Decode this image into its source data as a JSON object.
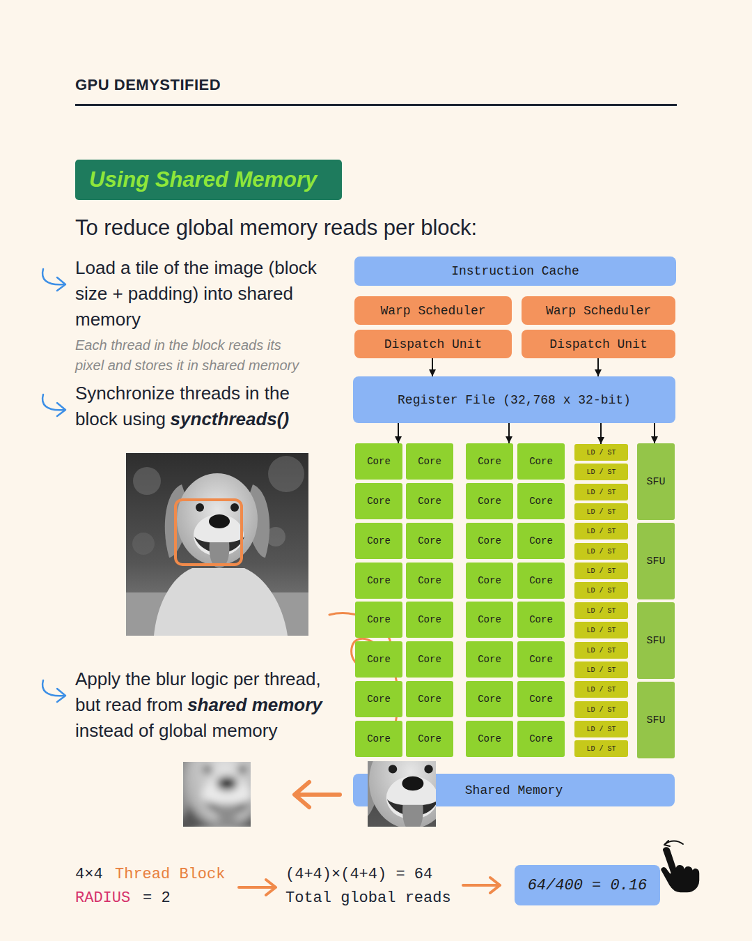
{
  "diagram": {
    "title": "Using Shared Memory",
    "nodes": [
      {
        "text": [
          "Instruction Cache"
        ]
      },
      {
        "text": [
          "Warp Scheduler"
        ]
      },
      {
        "text": [
          "Warp Scheduler"
        ]
      },
      {
        "text": [
          "Dispatch Unit"
        ]
      },
      {
        "text": [
          "Dispatch Unit"
        ]
      },
      {
        "text": [
          "Register File (32,768 x 32-bit)"
        ]
      },
      {
        "text": [
          "Core"
        ]
      },
      {
        "text": [
          "Core"
        ]
      },
      {
        "text": [
          "Core"
        ]
      },
      {
        "text": [
          "Core"
        ]
      },
      {
        "text": [
          "Core"
        ]
      },
      {
        "text": [
          "Core"
        ]
      },
      {
        "text": [
          "Core"
        ]
      },
      {
        "text": [
          "Core"
        ]
      },
      {
        "text": [
          "Core"
        ]
      },
      {
        "text": [
          "Core"
        ]
      },
      {
        "text": [
          "Core"
        ]
      },
      {
        "text": [
          "Core"
        ]
      },
      {
        "text": [
          "Core"
        ]
      },
      {
        "text": [
          "Core"
        ]
      },
      {
        "text": [
          "Core"
        ]
      },
      {
        "text": [
          "Core"
        ]
      },
      {
        "text": [
          "Core"
        ]
      },
      {
        "text": [
          "Core"
        ]
      },
      {
        "text": [
          "Core"
        ]
      },
      {
        "text": [
          "Core"
        ]
      },
      {
        "text": [
          "Core"
        ]
      },
      {
        "text": [
          "Core"
        ]
      },
      {
        "text": [
          "Core"
        ]
      },
      {
        "text": [
          "Core"
        ]
      },
      {
        "text": [
          "Core"
        ]
      },
      {
        "text": [
          "Core"
        ]
      },
      {
        "text": [
          "Core"
        ]
      },
      {
        "text": [
          "Core"
        ]
      },
      {
        "text": [
          "Core"
        ]
      },
      {
        "text": [
          "Core"
        ]
      },
      {
        "text": [
          "Core"
        ]
      },
      {
        "text": [
          "Core"
        ]
      },
      {
        "text": [
          "LD / ST"
        ]
      },
      {
        "text": [
          "LD / ST"
        ]
      },
      {
        "text": [
          "LD / ST"
        ]
      },
      {
        "text": [
          "LD / ST"
        ]
      },
      {
        "text": [
          "LD / ST"
        ]
      },
      {
        "text": [
          "LD / ST"
        ]
      },
      {
        "text": [
          "LD / ST"
        ]
      },
      {
        "text": [
          "LD / ST"
        ]
      },
      {
        "text": [
          "LD / ST"
        ]
      },
      {
        "text": [
          "LD / ST"
        ]
      },
      {
        "text": [
          "LD / ST"
        ]
      },
      {
        "text": [
          "LD / ST"
        ]
      },
      {
        "text": [
          "LD / ST"
        ]
      },
      {
        "text": [
          "LD / ST"
        ]
      },
      {
        "text": [
          "LD / ST"
        ]
      },
      {
        "text": [
          "LD / ST"
        ]
      },
      {
        "text": [
          "SFU"
        ]
      },
      {
        "text": [
          "SFU"
        ]
      },
      {
        "text": [
          "SFU"
        ]
      },
      {
        "text": [
          "SFU"
        ]
      },
      {
        "text": [
          "Shared Memory"
        ]
      },
      {
        "text": [
          "64/400 = 0.16"
        ]
      }
    ],
    "edges": [
      {
        "from": 3,
        "to": 5,
        "arrow": "to"
      },
      {
        "from": 4,
        "to": 5,
        "arrow": "to"
      },
      {
        "from": 5,
        "to": 6,
        "arrow": "to"
      },
      {
        "from": 5,
        "to": 8,
        "arrow": "to"
      },
      {
        "from": 5,
        "to": 38,
        "arrow": "to"
      },
      {
        "from": 5,
        "to": 54,
        "arrow": "to"
      }
    ],
    "labels": [
      "GPU DEMYSTIFIED",
      "To reduce global memory reads per block:",
      "Load a tile of the image (block size + padding) into shared memory",
      "Each thread in the block reads its pixel and stores it in shared memory",
      "Synchronize threads in the block using",
      "syncthreads()",
      "Apply the blur logic per thread, but read from",
      "shared memory",
      "instead of global memory",
      "4×4",
      "Thread Block",
      "RADIUS",
      "= 2",
      "(4+4)×(4+4) = 64",
      "Total global reads"
    ]
  }
}
